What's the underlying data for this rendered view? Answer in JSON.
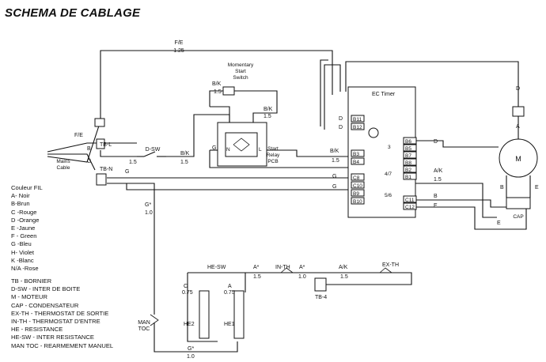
{
  "title": "SCHEMA DE CABLAGE",
  "colors_legend": {
    "heading": "Couleur FIL",
    "items": [
      "A- Noir",
      "B-Brun",
      "C -Rouge",
      "D -Orange",
      "E -Jaune",
      "F - Green",
      "G -Bleu",
      "H- Violet",
      "K -Blanc",
      "N/A -Rose"
    ]
  },
  "abbrev_legend": {
    "items": [
      "TB - BORNIER",
      "D-SW - INTER DE BOITE",
      "M - MOTEUR",
      "CAP - CONDENSATEUR",
      "EX-TH - THERMOSTAT DE SORTIE",
      "IN-TH - THERMOSTAT D'ENTRE",
      "HE - RESISTANCE",
      "HE-SW - INTER RESISTANCE",
      "MAN TOC - REARMEMENT MANUEL"
    ]
  },
  "labels": {
    "fe_top": "F/E",
    "fe_top_gauge": "1.25",
    "momentary_switch": "Momentary Start Switch",
    "bk_a": "B/K",
    "bk_a_gauge": "1.5",
    "bk_b": "B/K",
    "bk_b_gauge": "1.5",
    "ec_timer": "EC Timer",
    "fe_left": "F/E",
    "tbl": "TB-L",
    "tbn": "TB-N",
    "mains": "Mains Cable",
    "b_mains": "B",
    "g_mains": "G",
    "dsw": "D-SW",
    "dsw_gauge": "1.5",
    "bk_c": "B/K",
    "bk_c_gauge": "1.5",
    "g_relay": "G",
    "start_relay": "Start Relay PCB",
    "n_term": "N",
    "l_term": "L",
    "bk_d": "B/K",
    "bk_d_gauge": "1.5",
    "g_mid": "G",
    "g_c8": "G",
    "g_c10": "G",
    "d_b11": "D",
    "d_b12": "D",
    "terminals_left": [
      "B11",
      "B12",
      "B3",
      "B4",
      "C8",
      "C10",
      "B9",
      "B10"
    ],
    "terminals_right": [
      "B6",
      "B5",
      "B7",
      "B8",
      "B2",
      "B1",
      "C11",
      "C12"
    ],
    "n3": "3",
    "n47": "4/7",
    "n56": "5/6",
    "d_b6": "D",
    "ak": "A/K",
    "ak_gauge": "1.5",
    "b_c11": "B",
    "e_c12": "E",
    "d_right": "D",
    "a_right": "A",
    "motor": "M",
    "b_motor": "B",
    "e_motor": "E",
    "cap": "CAP",
    "e_bottom": "E",
    "gstar": "G*",
    "gstar_gauge": "1.0",
    "he_sw": "HE-SW",
    "c_he": "C",
    "c_he_gauge": "0.75",
    "a_he": "A",
    "a_he_gauge": "0.75",
    "he2": "HE2",
    "he1": "HE1",
    "astar1": "A*",
    "astar1_gauge": "1.5",
    "in_th": "IN-TH",
    "astar2": "A*",
    "astar2_gauge": "1.0",
    "ak2": "A/K",
    "ak2_gauge": "1.5",
    "ex_th": "EX-TH",
    "tb4": "TB-4",
    "man_toc": "MAN TOC",
    "gstar2": "G*",
    "gstar2_gauge": "1.0"
  }
}
